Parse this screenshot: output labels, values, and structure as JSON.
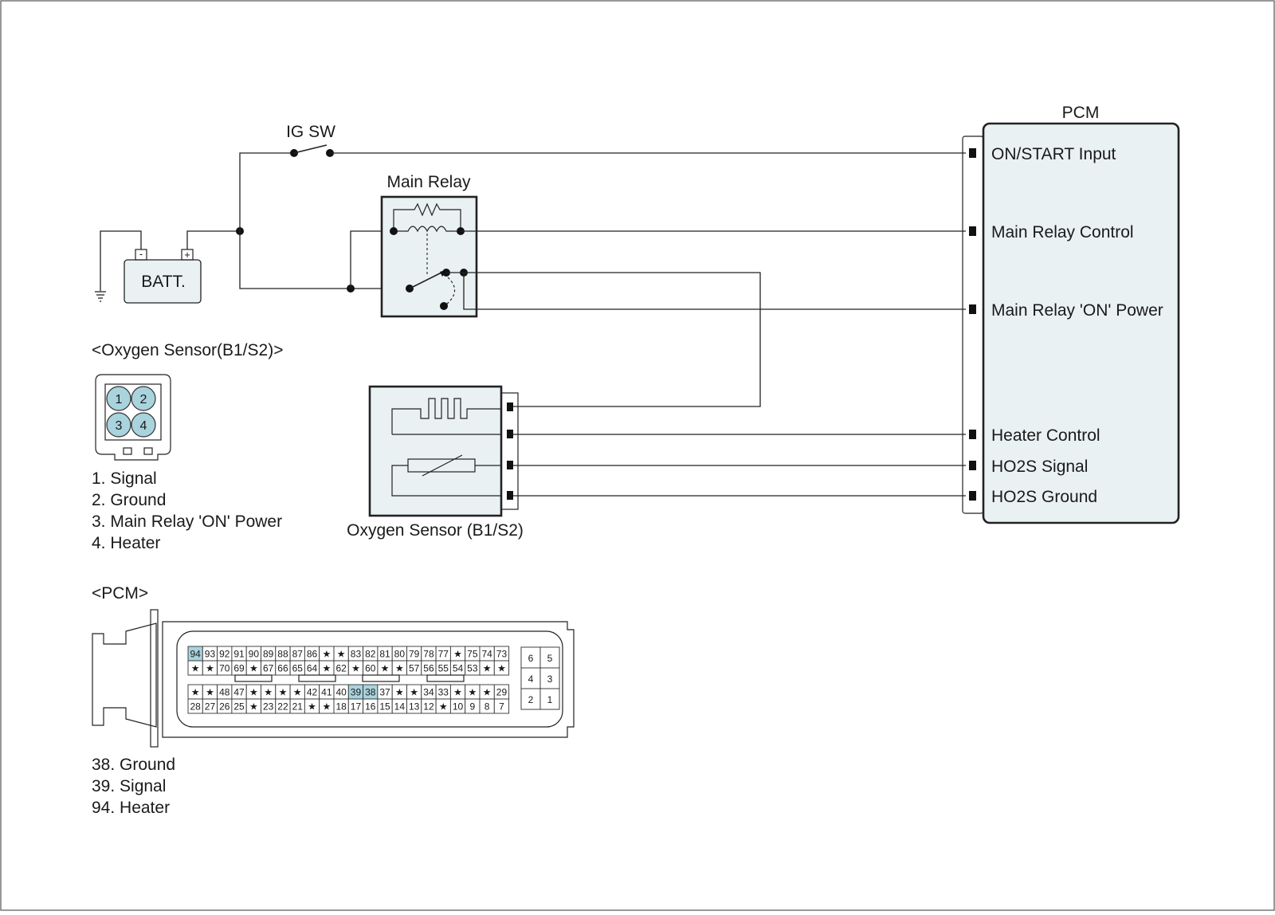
{
  "titles": {
    "ig_sw": "IG SW",
    "main_relay": "Main Relay",
    "batt": "BATT.",
    "batt_minus": "-",
    "batt_plus": "+",
    "pcm": "PCM",
    "oxygen_sensor": "Oxygen Sensor (B1/S2)"
  },
  "pcm_terminals": [
    "ON/START Input",
    "Main Relay Control",
    "Main Relay 'ON' Power",
    "Heater Control",
    "HO2S  Signal",
    "HO2S  Ground"
  ],
  "o2_connector": {
    "heading": "<Oxygen Sensor(B1/S2)>",
    "pins": [
      "1",
      "2",
      "3",
      "4"
    ],
    "legend": [
      "1. Signal",
      "2. Ground",
      "3. Main Relay 'ON' Power",
      "4. Heater"
    ]
  },
  "pcm_connector": {
    "heading": "<PCM>",
    "rows": [
      [
        "94",
        "93",
        "92",
        "91",
        "90",
        "89",
        "88",
        "87",
        "86",
        "★",
        "★",
        "83",
        "82",
        "81",
        "80",
        "79",
        "78",
        "77",
        "★",
        "75",
        "74",
        "73"
      ],
      [
        "★",
        "★",
        "70",
        "69",
        "★",
        "67",
        "66",
        "65",
        "64",
        "★",
        "62",
        "★",
        "60",
        "★",
        "★",
        "57",
        "56",
        "55",
        "54",
        "53",
        "★",
        "★"
      ],
      [
        "★",
        "★",
        "48",
        "47",
        "★",
        "★",
        "★",
        "★",
        "42",
        "41",
        "40",
        "39",
        "38",
        "37",
        "★",
        "★",
        "34",
        "33",
        "★",
        "★",
        "★",
        "29"
      ],
      [
        "28",
        "27",
        "26",
        "25",
        "★",
        "23",
        "22",
        "21",
        "★",
        "★",
        "18",
        "17",
        "16",
        "15",
        "14",
        "13",
        "12",
        "★",
        "10",
        "9",
        "8",
        "7"
      ]
    ],
    "highlighted": [
      "94",
      "39",
      "38"
    ],
    "side_block": [
      "6",
      "5",
      "4",
      "3",
      "2",
      "1"
    ],
    "legend": [
      "38. Ground",
      "39. Signal",
      "94. Heater"
    ]
  },
  "colors": {
    "component_fill": "#e9f1f2",
    "pin_highlight": "#a9d3dd",
    "line": "#222222"
  }
}
